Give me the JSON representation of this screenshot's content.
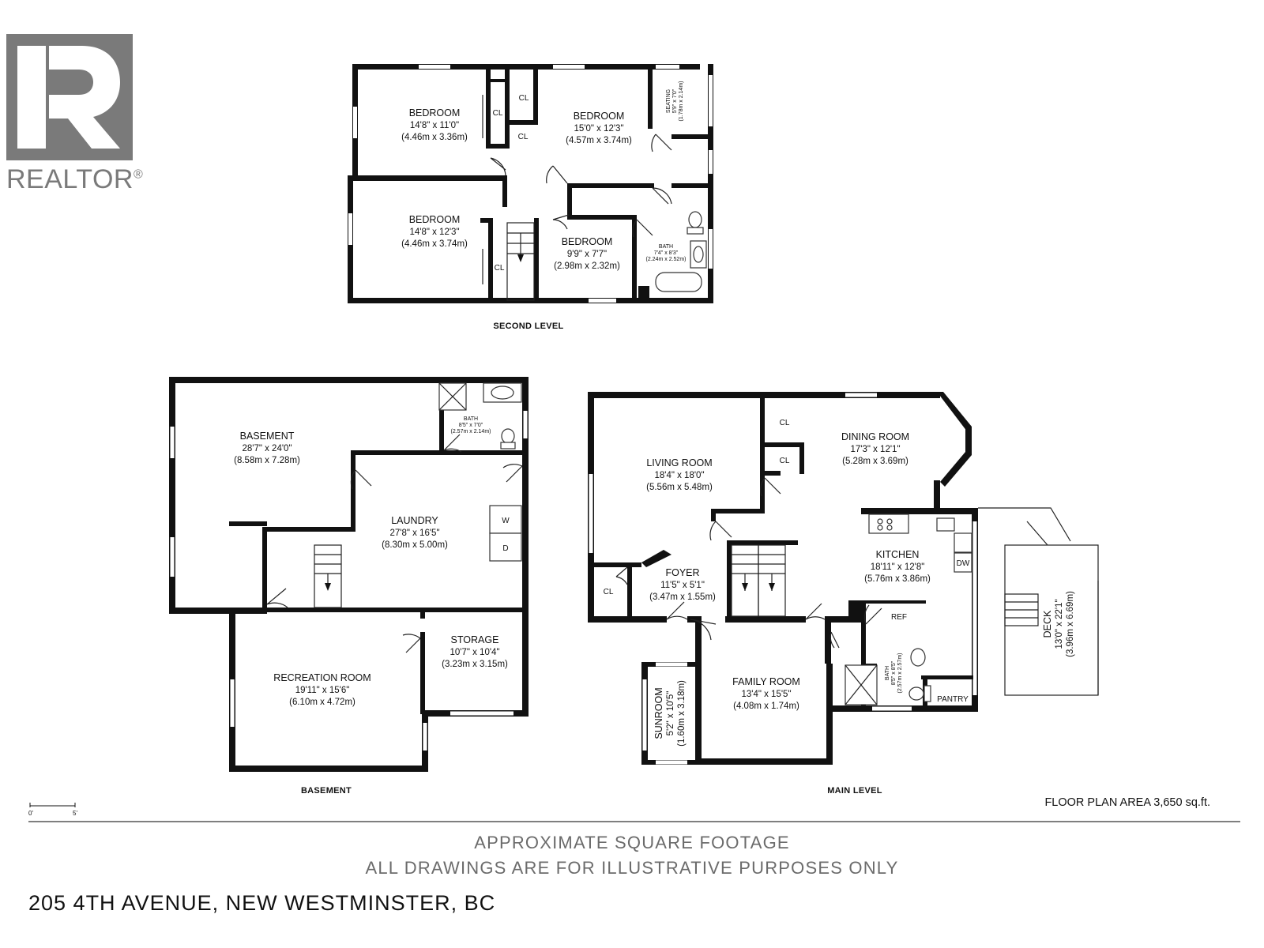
{
  "logo": {
    "text": "REALTOR",
    "mark": "®"
  },
  "levels": {
    "second": "SECOND LEVEL",
    "basement": "BASEMENT",
    "main": "MAIN LEVEL"
  },
  "rooms": {
    "bed1": {
      "name": "BEDROOM",
      "imperial": "14'8\" x 11'0\"",
      "metric": "(4.46m x 3.36m)"
    },
    "bed2": {
      "name": "BEDROOM",
      "imperial": "15'0\" x 12'3\"",
      "metric": "(4.57m x 3.74m)"
    },
    "bed3": {
      "name": "BEDROOM",
      "imperial": "14'8\" x 12'3\"",
      "metric": "(4.46m x 3.74m)"
    },
    "bed4": {
      "name": "BEDROOM",
      "imperial": "9'9\" x 7'7\"",
      "metric": "(2.98m x 2.32m)"
    },
    "seating": {
      "name": "SEATING",
      "imperial": "5'9\" x 7'0\"",
      "metric": "(1.78m x 2.14m)"
    },
    "bath2": {
      "name": "BATH",
      "imperial": "7'4\" x 8'3\"",
      "metric": "(2.24m x 2.52m)"
    },
    "basement": {
      "name": "BASEMENT",
      "imperial": "28'7\" x 24'0\"",
      "metric": "(8.58m x 7.28m)"
    },
    "bathB": {
      "name": "BATH",
      "imperial": "8'5\" x 7'0\"",
      "metric": "(2.57m x 2.14m)"
    },
    "laundry": {
      "name": "LAUNDRY",
      "imperial": "27'8\" x 16'5\"",
      "metric": "(8.30m x 5.00m)"
    },
    "recroom": {
      "name": "RECREATION ROOM",
      "imperial": "19'11\" x 15'6\"",
      "metric": "(6.10m x 4.72m)"
    },
    "storage": {
      "name": "STORAGE",
      "imperial": "10'7\" x 10'4\"",
      "metric": "(3.23m x 3.15m)"
    },
    "living": {
      "name": "LIVING ROOM",
      "imperial": "18'4\" x 18'0\"",
      "metric": "(5.56m x 5.48m)"
    },
    "dining": {
      "name": "DINING ROOM",
      "imperial": "17'3\" x 12'1\"",
      "metric": "(5.28m x 3.69m)"
    },
    "kitchen": {
      "name": "KITCHEN",
      "imperial": "18'11\" x 12'8\"",
      "metric": "(5.76m x 3.86m)"
    },
    "foyer": {
      "name": "FOYER",
      "imperial": "11'5\" x 5'1\"",
      "metric": "(3.47m x 1.55m)"
    },
    "family": {
      "name": "FAMILY ROOM",
      "imperial": "13'4\" x 15'5\"",
      "metric": "(4.08m x 1.74m)"
    },
    "sunroom": {
      "name": "SUNROOM",
      "imperial": "5'2\" x 10'5\"",
      "metric": "(1.60m x 3.18m)"
    },
    "bathM": {
      "name": "BATH",
      "imperial": "8'5\" x 8'5\"",
      "metric": "(2.57m x 2.57m)"
    },
    "deck": {
      "name": "DECK",
      "imperial": "13'0\" x 22'1\"",
      "metric": "(3.96m x 6.69m)"
    }
  },
  "fixtures": {
    "closet": "CL",
    "washer": "W",
    "dryer": "D",
    "dishwasher": "DW",
    "fridge": "REF",
    "pantry": "PANTRY"
  },
  "scale": {
    "start": "0'",
    "end": "5'"
  },
  "footer": {
    "area": "FLOOR PLAN AREA 3,650 sq.ft.",
    "line1": "APPROXIMATE SQUARE FOOTAGE",
    "line2": "ALL DRAWINGS ARE FOR ILLUSTRATIVE PURPOSES ONLY",
    "address": "205 4TH AVENUE, NEW WESTMINSTER, BC"
  },
  "colors": {
    "wall": "#111111",
    "logo": "#7a7a7a",
    "footer_text": "#6b6b6b"
  }
}
